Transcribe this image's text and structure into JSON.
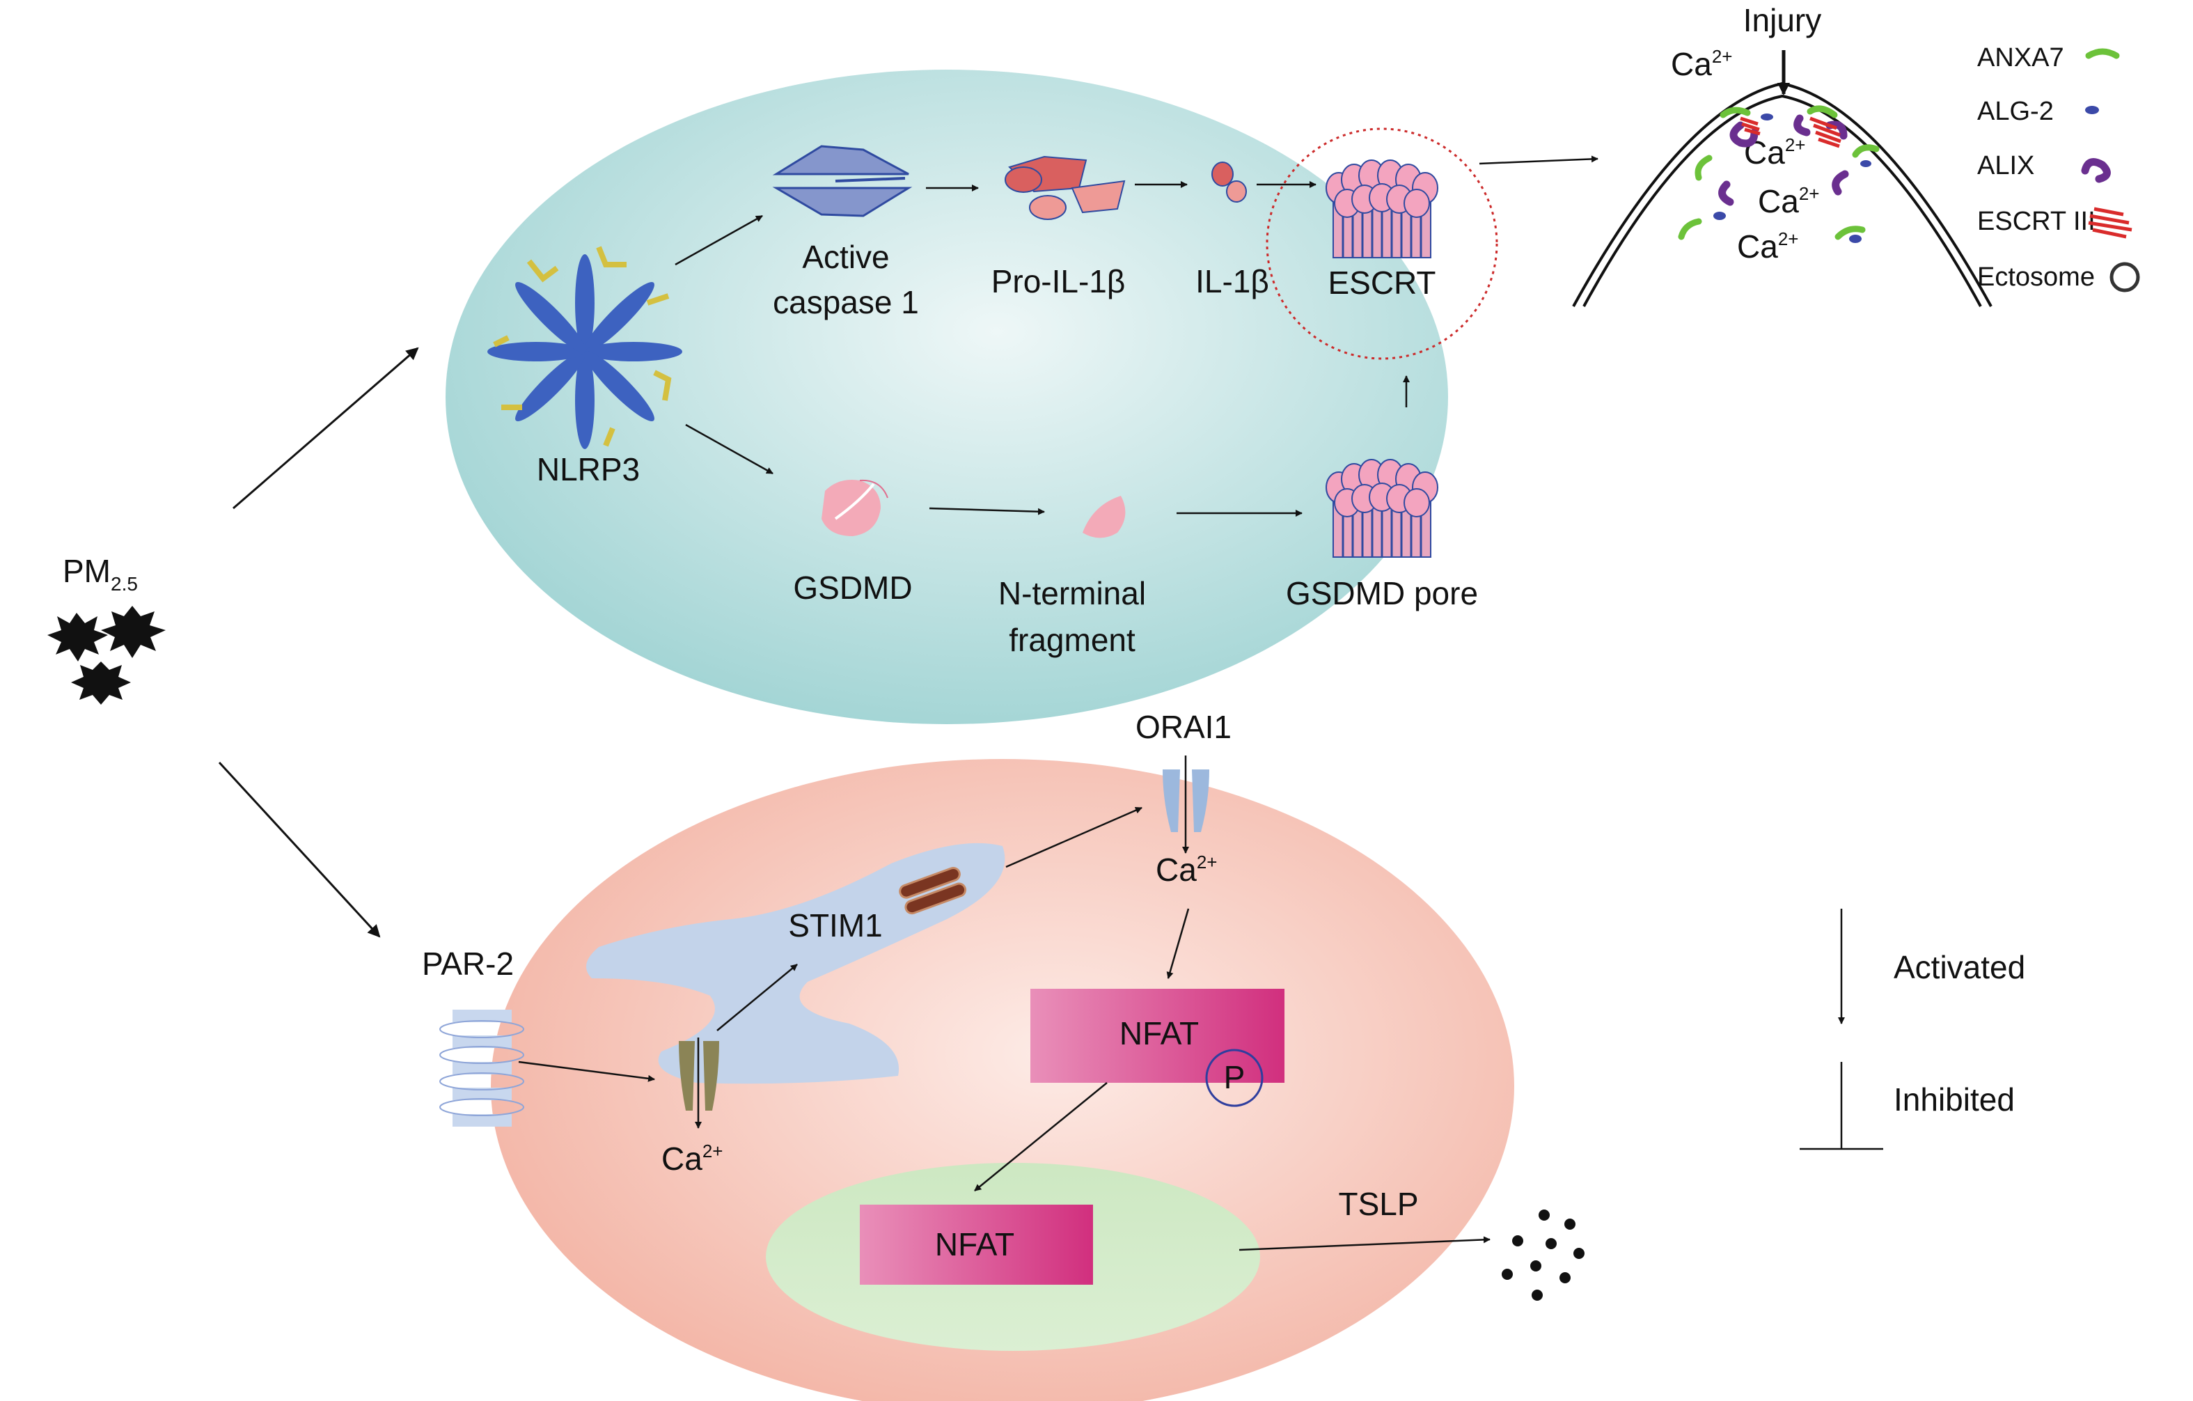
{
  "stimulus": {
    "label": "PM",
    "subscript": "2.5"
  },
  "upper_cell": {
    "nlrp3": "NLRP3",
    "active_caspase_line1": "Active",
    "active_caspase_line2": "caspase 1",
    "pro_il1b": "Pro-IL-1β",
    "il1b": "IL-1β",
    "escrt": "ESCRT",
    "gsdmd": "GSDMD",
    "nterm_line1": "N-terminal",
    "nterm_line2": "fragment",
    "gsdmd_pore": "GSDMD pore"
  },
  "membrane_inset": {
    "injury": "Injury",
    "ca": "Ca",
    "ca_sup": "2+",
    "legend": [
      "ANXA7",
      "ALG-2",
      "ALIX",
      "ESCRT III",
      "Ectosome"
    ]
  },
  "lower_cell": {
    "par2": "PAR-2",
    "stim1": "STIM1",
    "orai1": "ORAI1",
    "ca": "Ca",
    "ca_sup": "2+",
    "nfat": "NFAT",
    "phospho": "P",
    "tslp": "TSLP"
  },
  "key": {
    "activated": "Activated",
    "inhibited": "Inhibited"
  },
  "colors": {
    "upper_cell": "#cfe8e8",
    "lower_cell": "#f6c4b6",
    "er": "#c3d3ea",
    "nucleus": "#d2ebc8",
    "nfat": "#d63c8a",
    "escrt_circle": "#cc2a2a",
    "anxa7": "#6cc23a",
    "alg2": "#3b49a8",
    "alix": "#6a2f8f",
    "escrt3": "#d92b2b"
  }
}
